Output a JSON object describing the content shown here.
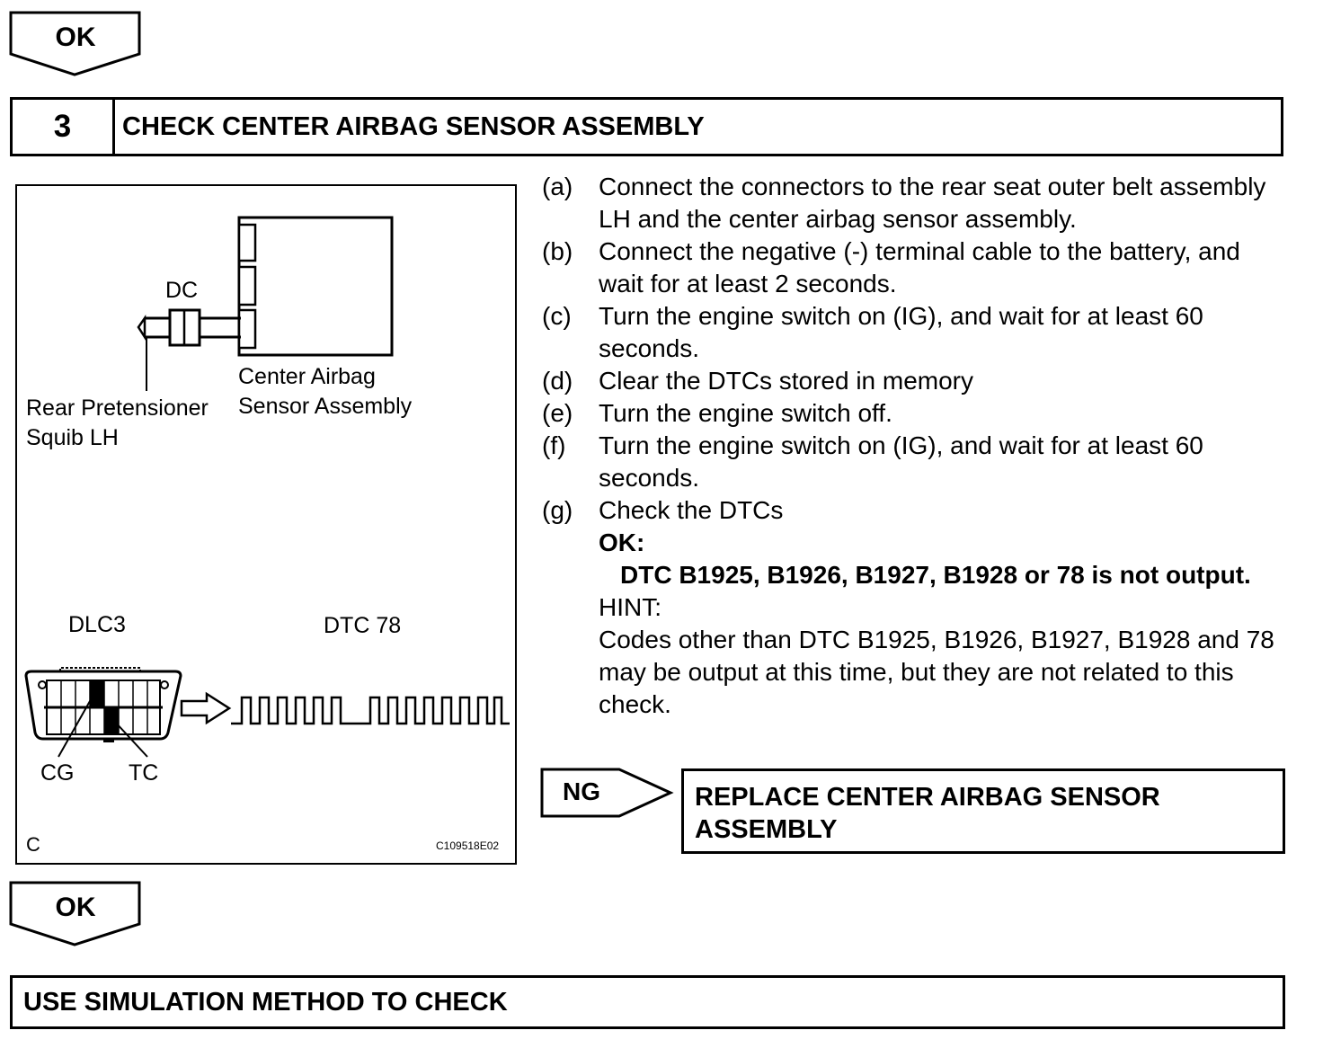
{
  "flow": {
    "ok_top_label": "OK",
    "ok_bottom_label": "OK",
    "ng_label": "NG"
  },
  "step": {
    "number": "3",
    "title": "CHECK CENTER AIRBAG SENSOR ASSEMBLY"
  },
  "instructions": [
    {
      "letter": "(a)",
      "text": "Connect the connectors to the rear seat outer belt assembly LH and the center airbag sensor assembly."
    },
    {
      "letter": "(b)",
      "text": "Connect the negative (-) terminal cable to the battery, and wait for at least 2 seconds."
    },
    {
      "letter": "(c)",
      "text": "Turn the engine switch on (IG), and wait for at least 60 seconds."
    },
    {
      "letter": "(d)",
      "text": "Clear the DTCs stored in memory"
    },
    {
      "letter": "(e)",
      "text": "Turn the engine switch off."
    },
    {
      "letter": "(f)",
      "text": "Turn the engine switch on (IG), and wait for at least 60 seconds."
    },
    {
      "letter": "(g)",
      "text": "Check the DTCs"
    }
  ],
  "ok_criteria": {
    "heading": "OK:",
    "text": "DTC B1925, B1926, B1927, B1928 or 78 is not output."
  },
  "hint": {
    "heading": "HINT:",
    "text": "Codes other than DTC B1925, B1926, B1927, B1928 and 78 may be output at this time, but they are not related to this check."
  },
  "ng_action": "REPLACE CENTER AIRBAG SENSOR ASSEMBLY",
  "final_action": "USE SIMULATION METHOD TO CHECK",
  "figure": {
    "dc_label": "DC",
    "sensor_label_line1": "Center Airbag",
    "sensor_label_line2": "Sensor Assembly",
    "squib_label_line1": "Rear Pretensioner",
    "squib_label_line2": "Squib LH",
    "dlc3_label": "DLC3",
    "dtc_label": "DTC 78",
    "cg_label": "CG",
    "tc_label": "TC",
    "corner_letter": "C",
    "figure_code": "C109518E02"
  }
}
